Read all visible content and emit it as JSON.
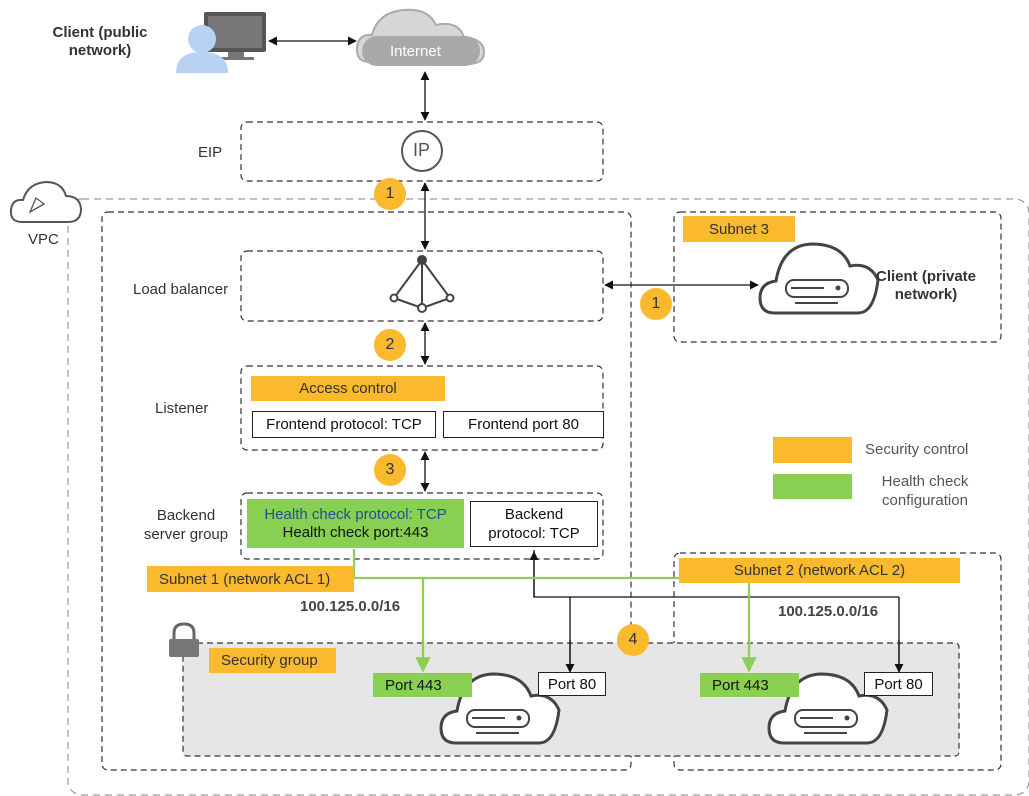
{
  "client_public": "Client (public\nnetwork)",
  "internet_label": "Internet",
  "eip_label": "EIP",
  "ip_icon_text": "IP",
  "vpc_label": "VPC",
  "load_balancer_label": "Load balancer",
  "listener_label": "Listener",
  "backend_group_label": "Backend\nserver group",
  "subnet3_label": "Subnet 3",
  "client_private": "Client (private\nnetwork)",
  "access_control": "Access control",
  "frontend_protocol": "Frontend protocol: TCP",
  "frontend_port": "Frontend port 80",
  "health_check_protocol": "Health check protocol: TCP",
  "health_check_port": "Health check port:443",
  "backend_protocol": "Backend\nprotocol: TCP",
  "subnet1_label": "Subnet 1 (network ACL 1)",
  "subnet2_label": "Subnet 2 (network ACL 2)",
  "ip_range_1": "100.125.0.0/16",
  "ip_range_2": "100.125.0.0/16",
  "security_group_label": "Security group",
  "port443_a": "Port 443",
  "port80_a": "Port 80",
  "port443_b": "Port 443",
  "port80_b": "Port 80",
  "legend": {
    "security_control": "Security control",
    "health_check": "Health check\nconfiguration"
  },
  "badges": [
    "1",
    "2",
    "3",
    "1",
    "4"
  ],
  "colors": {
    "security_orange": "#fbb92d",
    "health_green": "#88cf52",
    "health_line": "#8ccf57",
    "security_group_fill": "#e6e6e6",
    "person_icon": "#b7d2f2"
  },
  "icons": [
    "desktop-monitor-icon",
    "person-icon",
    "internet-cloud-icon",
    "ip-icon",
    "vpc-cloud-icon",
    "load-balancer-icon",
    "server-cloud-icon",
    "lock-icon"
  ]
}
